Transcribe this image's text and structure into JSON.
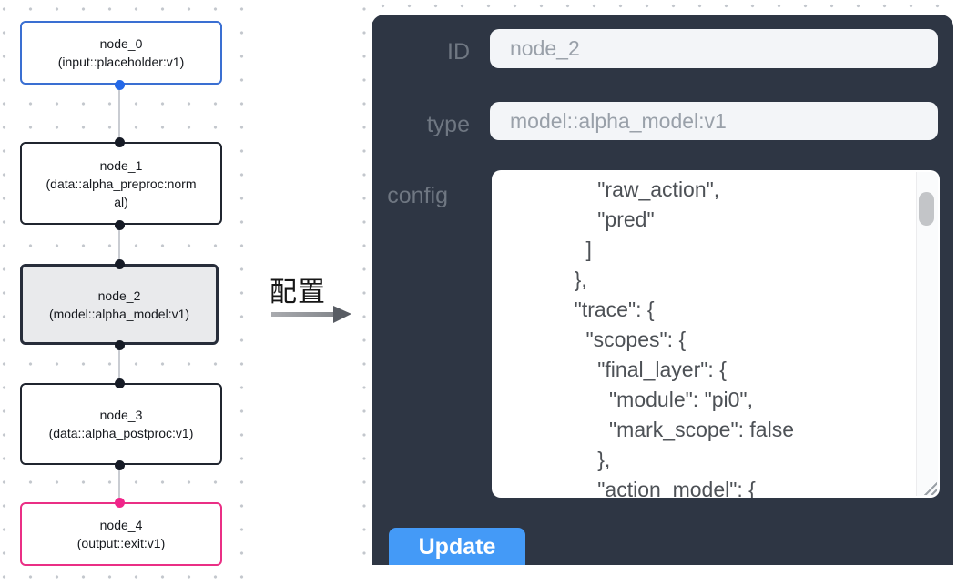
{
  "flow": {
    "nodes": [
      {
        "id": "node_0",
        "type_label": "(input::placeholder:v1)",
        "role": "input"
      },
      {
        "id": "node_1",
        "type_label": "(data::alpha_preproc:normal)",
        "role": "processor"
      },
      {
        "id": "node_2",
        "type_label": "(model::alpha_model:v1)",
        "role": "model-selected"
      },
      {
        "id": "node_3",
        "type_label": "(data::alpha_postproc:v1)",
        "role": "processor"
      },
      {
        "id": "node_4",
        "type_label": "(output::exit:v1)",
        "role": "output"
      }
    ]
  },
  "transfer": {
    "label": "配置"
  },
  "panel": {
    "id_label": "ID",
    "id_value": "node_2",
    "type_label": "type",
    "type_value": "model::alpha_model:v1",
    "config_label": "config",
    "config_value": "                \"raw_action\",\n                \"pred\"\n              ]\n            },\n            \"trace\": {\n              \"scopes\": {\n                \"final_layer\": {\n                  \"module\": \"pi0\",\n                  \"mark_scope\": false\n                },\n                \"action_model\": {",
    "update_label": "Update"
  },
  "colors": {
    "panel_bg": "#2e3644",
    "accent_blue": "#449af7",
    "node_border_default": "#20252f",
    "node_border_input": "#3a6fd2",
    "node_border_output": "#ea2f85",
    "node_selected_fill": "#e9eaec",
    "port_input_blue": "#2468e8",
    "port_output_pink": "#f0258a",
    "port_default_black": "#161b26"
  }
}
